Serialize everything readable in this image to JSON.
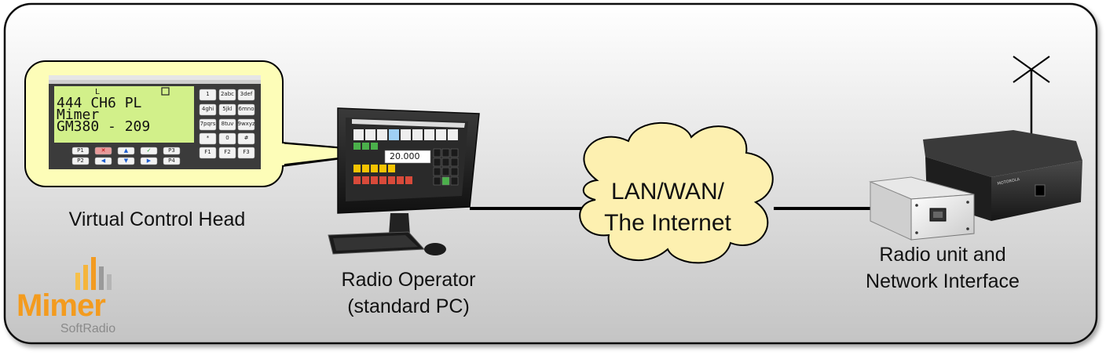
{
  "labels": {
    "virtual_control_head": "Virtual Control Head",
    "radio_operator_line1": "Radio Operator",
    "radio_operator_line2": "(standard PC)",
    "cloud_line1": "LAN/WAN/",
    "cloud_line2": "The Internet",
    "radio_unit_line1": "Radio unit and",
    "radio_unit_line2": "Network Interface"
  },
  "control_head": {
    "display_line1": "444 CH6 PL",
    "display_line2": "Mimer",
    "display_line3": "GM380 - 209",
    "indicator": "L",
    "keypad": [
      "1",
      "2abc",
      "3def",
      "4ghi",
      "5jkl",
      "6mno",
      "7pqrs",
      "8tuv",
      "9wxyz",
      "*",
      "0",
      "#"
    ],
    "fkeys": [
      "F1",
      "F2",
      "F3"
    ],
    "pkeys_left": [
      "P1",
      "P2"
    ],
    "pkeys_right": [
      "P3",
      "P4"
    ]
  },
  "screen_readout": "20.000",
  "logo": {
    "brand": "Mimer",
    "sub": "SoftRadio"
  },
  "device_brand": "MOTOROLA",
  "colors": {
    "panel_top": "#ffffff",
    "panel_bottom": "#c6c6c6",
    "callout_fill": "#fdfdb8",
    "lcd_green": "#d2f08a",
    "cloud_fill": "#fdf0b0",
    "logo_orange": "#f39b1e"
  }
}
